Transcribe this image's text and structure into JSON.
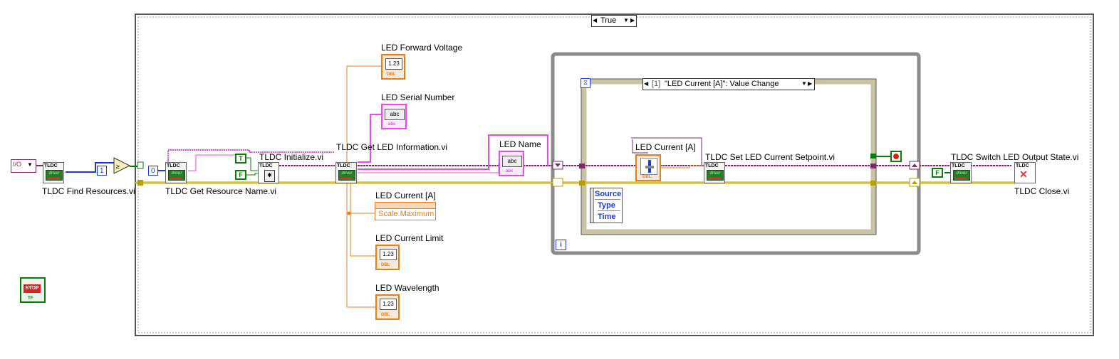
{
  "case_structure": {
    "selector": "True"
  },
  "event_structure": {
    "selector_index": "[1]",
    "selector_label": "\"LED Current [A]\": Value Change"
  },
  "event_data": {
    "items": [
      "Source",
      "Type",
      "Time"
    ]
  },
  "while_loop": {
    "iteration": "i"
  },
  "vis": {
    "find_resources": "TLDC Find Resources.vi",
    "get_resource_name": "TLDC Get Resource Name.vi",
    "initialize": "TLDC Initialize.vi",
    "get_led_info": "TLDC Get LED Information.vi",
    "set_current": "TLDC Set LED Current Setpoint.vi",
    "switch_output": "TLDC Switch LED Output State.vi",
    "close": "TLDC Close.vi",
    "icon_header": "TLDC",
    "icon_text": "driver"
  },
  "indicators": {
    "forward_voltage": "LED Forward Voltage",
    "serial_number": "LED Serial Number",
    "led_name": "LED Name",
    "led_current_prop": "LED Current [A]",
    "property": "Scale.Maximum",
    "current_limit": "LED Current Limit",
    "wavelength": "LED Wavelength",
    "dbl_value": "1.23",
    "dbl_tag": "DBL",
    "str_value": "abc",
    "str_tag": "abc"
  },
  "controls": {
    "led_current": "LED Current [A]"
  },
  "constants": {
    "one": "1",
    "zero": "0",
    "true_label": "T",
    "false_label": "F",
    "stop_label": "STOP",
    "tf_tag": "TF"
  },
  "colors": {
    "string_wire": "#e84ae8",
    "dbl_wire": "#e87f1a",
    "int_wire": "#1a3ad8",
    "bool_wire": "#0a7a0a",
    "error_wire": "#b5a000",
    "visa_wire": "#7a2a6a"
  }
}
